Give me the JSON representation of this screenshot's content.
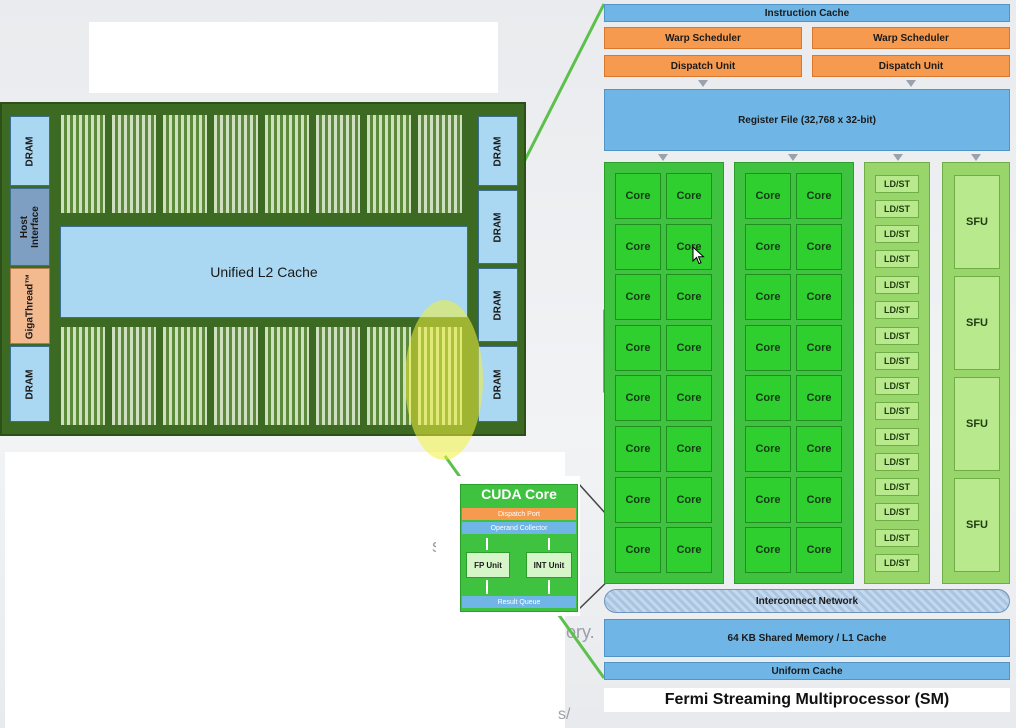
{
  "sm": {
    "instruction_cache": "Instruction Cache",
    "warp_scheduler": "Warp Scheduler",
    "dispatch_unit": "Dispatch Unit",
    "register_file": "Register File (32,768 x 32-bit)",
    "core_label": "Core",
    "ldst_label": "LD/ST",
    "sfu_label": "SFU",
    "interconnect": "Interconnect Network",
    "shared_memory": "64 KB Shared Memory / L1 Cache",
    "uniform_cache": "Uniform Cache",
    "caption": "Fermi Streaming Multiprocessor (SM)"
  },
  "chip": {
    "dram_label": "DRAM",
    "host_interface": "Host Interface",
    "gigathread": "GigaThread™",
    "l2_cache": "Unified L2 Cache"
  },
  "cuda_core": {
    "title": "CUDA Core",
    "dispatch_port": "Dispatch Port",
    "operand_collector": "Operand Collector",
    "fp_unit": "FP Unit",
    "int_unit": "INT Unit",
    "result_queue": "Result Queue"
  },
  "background_fragments": {
    "frag1": "s",
    "frag2": "ory.",
    "frag3": "s/"
  },
  "colors": {
    "highlight": "#e8e84a",
    "connector_line": "#5cc04a"
  }
}
